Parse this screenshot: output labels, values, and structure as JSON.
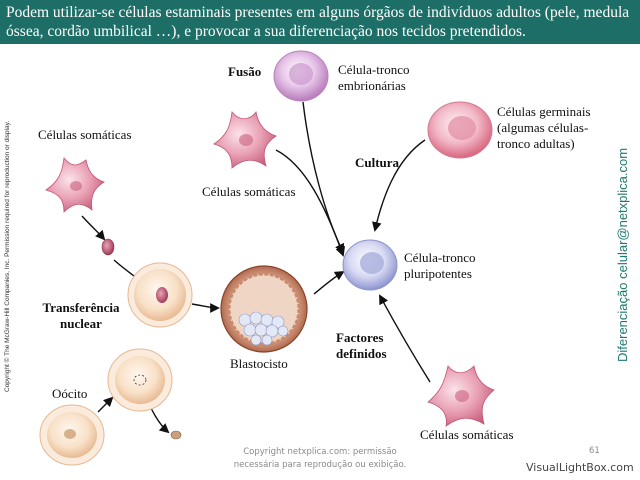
{
  "banner": {
    "text": "Podem utilizar-se células estaminais presentes em alguns órgãos de indivíduos adultos (pele, medula óssea, cordão umbilical …), e provocar a sua diferenciação nos tecidos pretendidos."
  },
  "labels": {
    "fusao": "Fusão",
    "celula_tronco_embrionarias": [
      "Célula-tronco",
      "embrionárias"
    ],
    "celulas_somaticas_left": "Células somáticas",
    "celulas_somaticas_mid": "Células somáticas",
    "celulas_somaticas_bottom": "Células somáticas",
    "cultura": "Cultura",
    "celulas_germinais": [
      "Células germinais",
      "(algumas células-",
      "tronco adultas)"
    ],
    "celula_tronco_pluripotentes": [
      "Célula-tronco",
      "pluripotentes"
    ],
    "transferencia_nuclear": [
      "Transferência",
      "nuclear"
    ],
    "blastocisto": "Blastocisto",
    "factores_definidos": [
      "Factores",
      "definidos"
    ],
    "oocito": "Oócito"
  },
  "side": {
    "copyright_vertical": "Copyright © The McGraw-Hill Companies, Inc. Permission required for reproduction or display.",
    "credit_vertical": "Diferenciação celular@netxplica.com"
  },
  "footer": {
    "line1": "Copyright netxplica.com: permissão",
    "line2": "necessária para reprodução ou exibição.",
    "page": "61",
    "watermark": "VisualLightBox.com"
  },
  "colors": {
    "banner": "#1d6e66",
    "credit": "#1d7a70",
    "somatic_cell": "#e08aa3",
    "embryonic_cell": "#d9a3d8",
    "germ_cell": "#ec9db0",
    "pluripotent_cell": "#c7c9ec",
    "egg_cell": "#f6d6b7",
    "blastocyst": "#c98a6e"
  }
}
